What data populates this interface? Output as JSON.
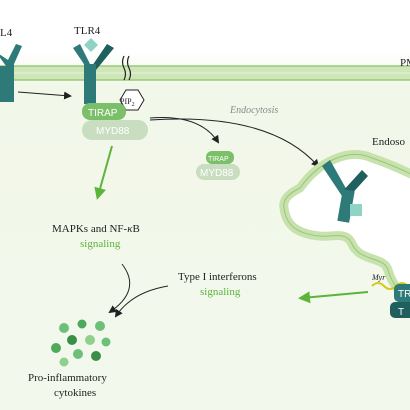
{
  "labels": {
    "tlr4_left_partial": "L4",
    "tlr4_top": "TLR4",
    "pm_partial": "PM",
    "tirap": "TIRAP",
    "myd88": "MYD88",
    "pip2_base": "PIP",
    "pip2_sub": "2",
    "endocytosis": "Endocytosis",
    "tirap_small": "TIRAP",
    "myd88_small": "MYD88",
    "endosome_partial": "Endoso",
    "mapks_prefix": "MAPKs and NF-",
    "kappa": "κ",
    "mapks_suffix": "B",
    "signaling_1": "signaling",
    "type1_ifn": "Type I interferons",
    "signaling_2": "signaling",
    "myr": "Myr",
    "tram_partial_1": "TR",
    "tram_partial_2": "T",
    "cytokines_line1": "Pro-inflammatory",
    "cytokines_line2": "cytokines"
  },
  "colors": {
    "receptor_teal": "#2e7a78",
    "receptor_dark": "#1f5f5d",
    "diamond": "#8fd3c4",
    "membrane": "#a8cf86",
    "tirap_green": "#7cbf6a",
    "myd88_light": "#c9ddc0",
    "arrow_green": "#5cb43c",
    "dot_green": "#4caa5a",
    "myr_yellow": "#d7c81c"
  }
}
